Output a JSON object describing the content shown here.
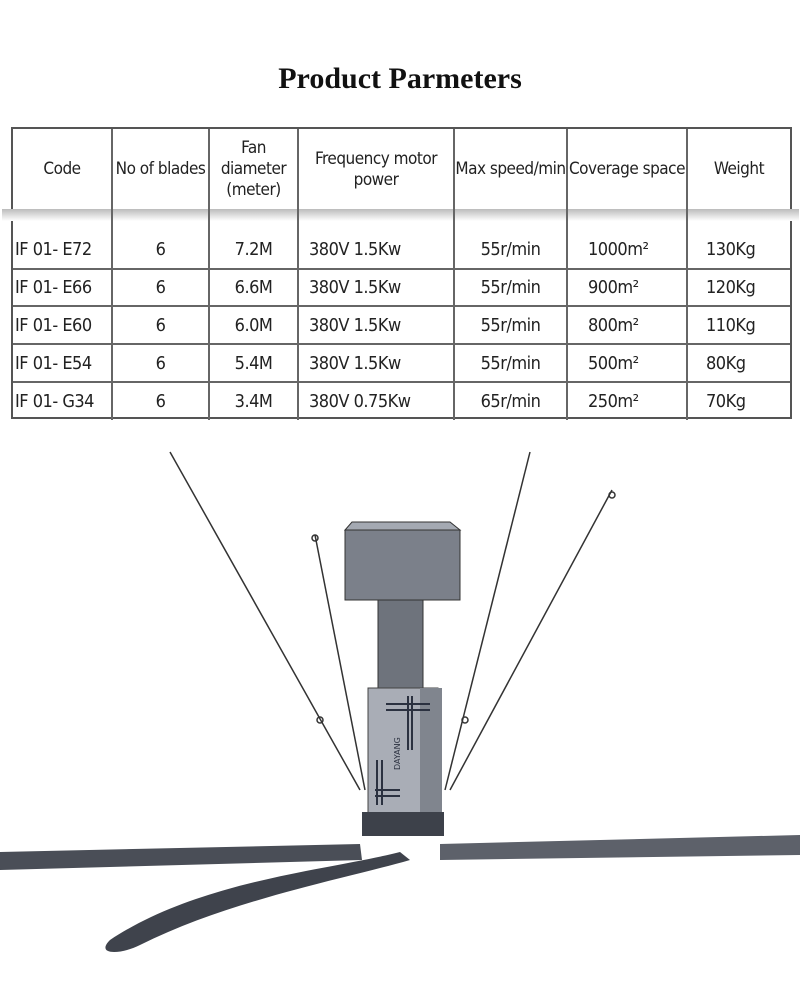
{
  "title": "Product Parmeters",
  "table": {
    "headers": [
      "Code",
      "No of blades",
      "Fan diameter (meter)",
      "Frequency motor power",
      "Max speed/min",
      "Coverage space",
      "Weight"
    ],
    "rows": [
      [
        "IF 01- E72",
        "6",
        "7.2M",
        "380V  1.5Kw",
        "55r/min",
        "1000m²",
        "130Kg"
      ],
      [
        "IF 01- E66",
        "6",
        "6.6M",
        "380V  1.5Kw",
        "55r/min",
        "900m²",
        "120Kg"
      ],
      [
        "IF 01- E60",
        "6",
        "6.0M",
        "380V  1.5Kw",
        "55r/min",
        "800m²",
        "110Kg"
      ],
      [
        "IF 01- E54",
        "6",
        "5.4M",
        "380V  1.5Kw",
        "55r/min",
        "500m²",
        "80Kg"
      ],
      [
        "IF 01- G34",
        "6",
        "3.4M",
        "380V  0.75Kw",
        "65r/min",
        "250m²",
        "70Kg"
      ]
    ]
  },
  "product_image": {
    "brand": "DAYANG"
  }
}
